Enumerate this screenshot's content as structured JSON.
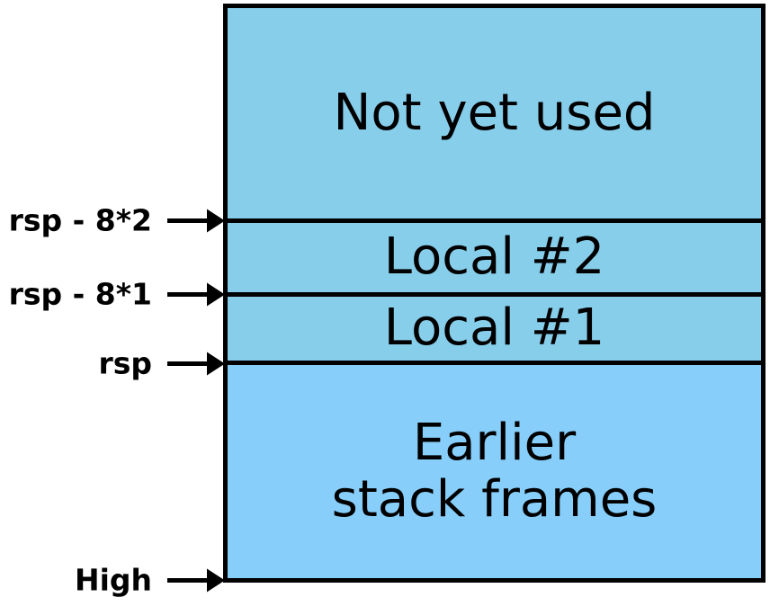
{
  "stack": {
    "sections": [
      {
        "label": "Not yet used"
      },
      {
        "label": "Local #2"
      },
      {
        "label": "Local #1"
      },
      {
        "label": "Earlier\nstack frames"
      }
    ]
  },
  "pointers": [
    {
      "label": "rsp - 8*2"
    },
    {
      "label": "rsp - 8*1"
    },
    {
      "label": "rsp"
    },
    {
      "label": "High"
    }
  ],
  "colors": {
    "upper_fill": "#87CEEB",
    "lower_fill": "#87CEFA",
    "line_color": "#000000",
    "text_color": "#000000",
    "background": "#FFFFFF"
  }
}
